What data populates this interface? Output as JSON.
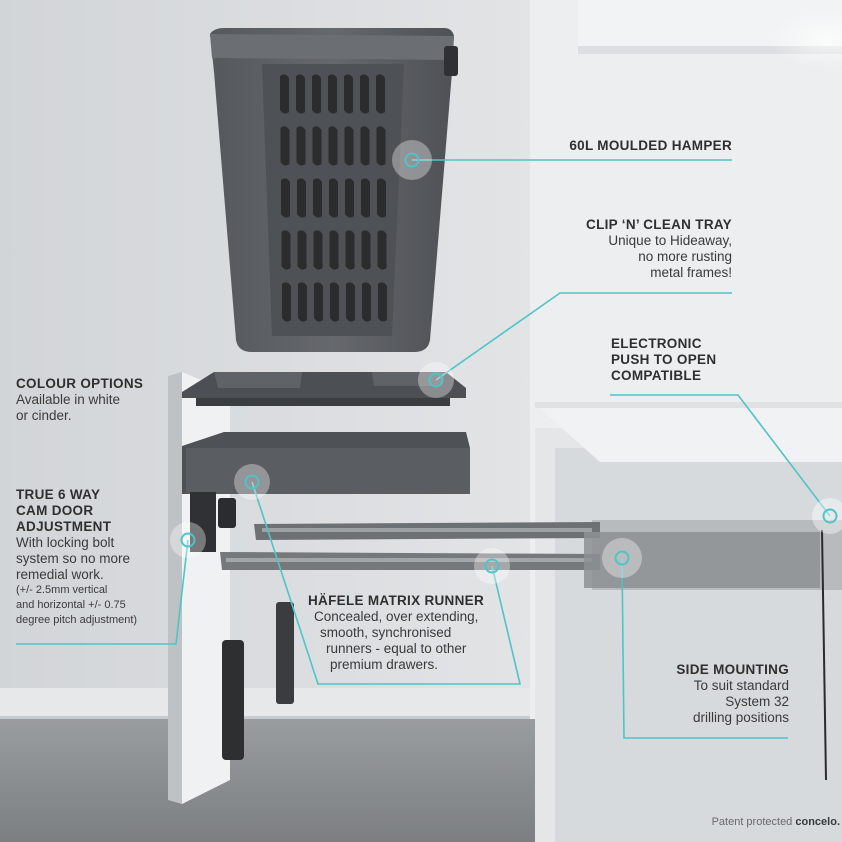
{
  "callouts": {
    "hamper": {
      "title": "60L MOULDED HAMPER"
    },
    "tray": {
      "title": "CLIP  ‘N’ CLEAN TRAY",
      "lines": [
        "Unique to Hideaway,",
        "no more rusting",
        "metal frames!"
      ]
    },
    "electronic": {
      "lines": [
        "ELECTRONIC",
        "PUSH TO OPEN",
        "COMPATIBLE"
      ]
    },
    "colour": {
      "title": "COLOUR OPTIONS",
      "lines": [
        "Available in white",
        "or cinder."
      ]
    },
    "cam": {
      "title_lines": [
        "TRUE 6 WAY",
        "CAM DOOR",
        "ADJUSTMENT"
      ],
      "lines": [
        "With locking bolt",
        "system so no more",
        "remedial work."
      ],
      "small_lines": [
        "(+/- 2.5mm vertical",
        "and horizontal  +/- 0.75",
        "degree pitch adjustment)"
      ]
    },
    "runner": {
      "title": "HÄFELE MATRIX RUNNER",
      "lines": [
        "Concealed, over extending,",
        "smooth, synchronised",
        "runners - equal to other",
        "premium drawers."
      ]
    },
    "side": {
      "title": "SIDE MOUNTING",
      "lines": [
        "To suit standard",
        "System 32",
        "drilling positions"
      ]
    }
  },
  "footer": {
    "prefix": "Patent protected",
    "brand": "concelo."
  },
  "colors": {
    "accent": "#4fc4c7",
    "hamper": "#5b5e62",
    "wall": "#d9dcdf",
    "floor": "#8e9194",
    "cabinet": "#e8eaec"
  }
}
